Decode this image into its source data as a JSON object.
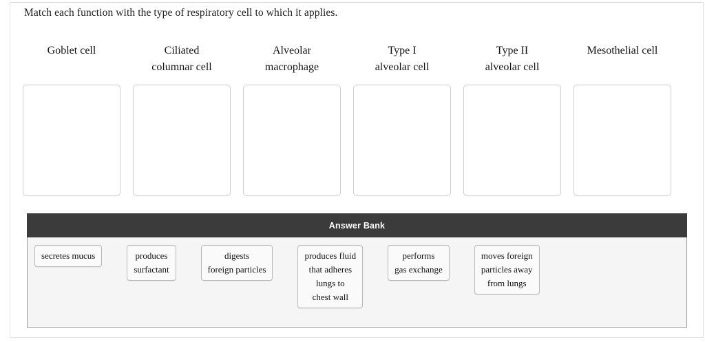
{
  "prompt": "Match each function with the type of respiratory cell to which it applies.",
  "columns": [
    {
      "line1": "Goblet cell",
      "line2": "",
      "dropzone_value": ""
    },
    {
      "line1": "Ciliated",
      "line2": "columnar cell",
      "dropzone_value": ""
    },
    {
      "line1": "Alveolar",
      "line2": "macrophage",
      "dropzone_value": ""
    },
    {
      "line1": "Type I",
      "line2": "alveolar cell",
      "dropzone_value": ""
    },
    {
      "line1": "Type II",
      "line2": "alveolar cell",
      "dropzone_value": ""
    },
    {
      "line1": "Mesothelial cell",
      "line2": "",
      "dropzone_value": ""
    }
  ],
  "answer_bank": {
    "title": "Answer Bank",
    "tiles": [
      {
        "lines": [
          "secretes mucus"
        ]
      },
      {
        "lines": [
          "produces",
          "surfactant"
        ]
      },
      {
        "lines": [
          "digests",
          "foreign particles"
        ]
      },
      {
        "lines": [
          "produces fluid",
          "that adheres",
          "lungs to",
          "chest wall"
        ]
      },
      {
        "lines": [
          "performs",
          "gas exchange"
        ]
      },
      {
        "lines": [
          "moves foreign",
          "particles away",
          "from lungs"
        ]
      }
    ]
  },
  "colors": {
    "bank_header_bg": "#3b3b3b",
    "bank_body_bg": "#f5f5f5",
    "tile_bg": "#fafafa",
    "dropzone_border": "#cfcfcf",
    "page_bg": "#ffffff"
  }
}
